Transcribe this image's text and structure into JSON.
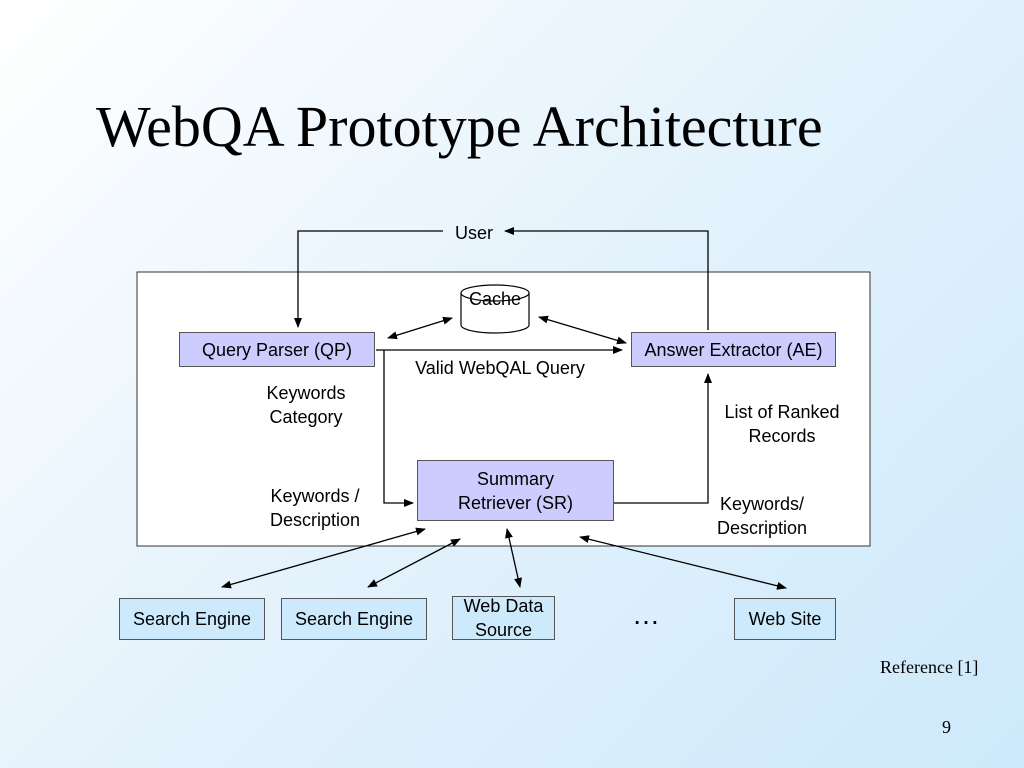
{
  "title": "WebQA Prototype Architecture",
  "nodes": {
    "user": "User",
    "cache": "Cache",
    "query_parser": "Query Parser (QP)",
    "answer_extractor": "Answer Extractor (AE)",
    "summary_retriever": [
      "Summary",
      "Retriever (SR)"
    ]
  },
  "edge_labels": {
    "valid_query": "Valid WebQAL Query",
    "keywords_category": [
      "Keywords",
      "Category"
    ],
    "keywords_description_left": [
      "Keywords /",
      "Description"
    ],
    "list_ranked": [
      "List of Ranked",
      "Records"
    ],
    "keywords_description_right": [
      "Keywords/",
      "Description"
    ]
  },
  "sources": {
    "search_engine_1": "Search Engine",
    "search_engine_2": "Search Engine",
    "web_data_source": [
      "Web Data",
      "Source"
    ],
    "ellipsis": "…",
    "web_site": "Web Site"
  },
  "reference": "Reference [1]",
  "page_number": "9"
}
